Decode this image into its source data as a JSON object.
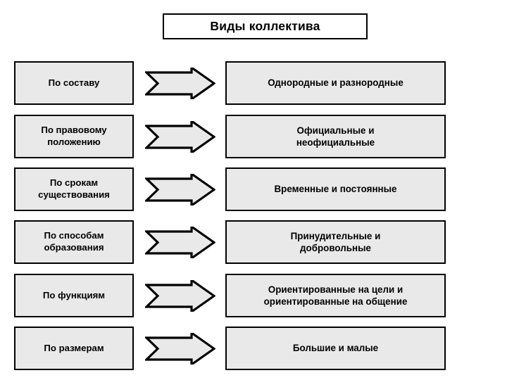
{
  "title": {
    "text": "Виды коллектива"
  },
  "colors": {
    "box_fill": "#e9e9e9",
    "box_border": "#000000",
    "title_fill": "#ffffff",
    "arrow_fill": "#e9e9e9",
    "arrow_border": "#000000",
    "page_background": "#ffffff",
    "text": "#000000"
  },
  "arrow": {
    "icon": "right-arrow-icon",
    "count": 6
  },
  "rows": [
    {
      "criterion": "По составу",
      "value": "Однородные и разнородные",
      "arrow_icon": "right-arrow-icon"
    },
    {
      "criterion": "По правовому\nположению",
      "value": "Официальные и\nнеофициальные",
      "arrow_icon": "right-arrow-icon"
    },
    {
      "criterion": "По срокам\nсуществования",
      "value": "Временные и постоянные",
      "arrow_icon": "right-arrow-icon"
    },
    {
      "criterion": "По способам\nобразования",
      "value": "Принудительные и\nдобровольные",
      "arrow_icon": "right-arrow-icon"
    },
    {
      "criterion": "По функциям",
      "value": "Ориентированные на цели и\nориентированные на общение",
      "arrow_icon": "right-arrow-icon"
    },
    {
      "criterion": "По размерам",
      "value": "Большие и малые",
      "arrow_icon": "right-arrow-icon"
    }
  ]
}
